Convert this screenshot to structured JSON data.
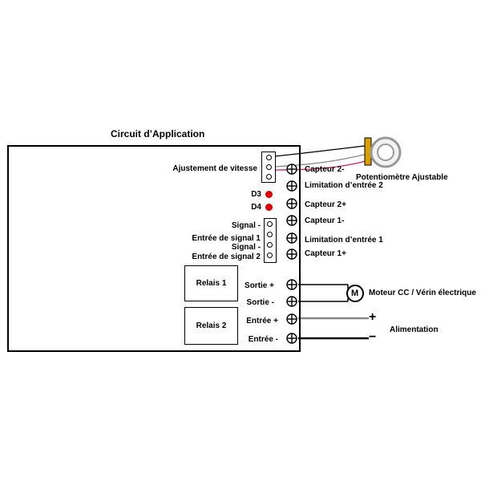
{
  "title": "Circuit d’Application",
  "left_labels": {
    "ajustement": "Ajustement de vitesse",
    "d3": "D3",
    "d4": "D4",
    "signal_minus_1": "Signal -",
    "entree_signal_1": "Entrée de signal 1",
    "signal_minus_2": "Signal -",
    "entree_signal_2": "Entrée de signal 2",
    "sortie_plus": "Sortie +",
    "sortie_minus": "Sortie -",
    "entree_plus": "Entrée +",
    "entree_minus": "Entrée -"
  },
  "right_labels": {
    "capteur_2_minus": "Capteur 2-",
    "limitation_2": "Limitation d’entrée 2",
    "capteur_2_plus": "Capteur 2+",
    "capteur_1_minus": "Capteur 1-",
    "limitation_1": "Limitation d’entrée 1",
    "capteur_1_plus": "Capteur 1+"
  },
  "relays": {
    "relais_1": "Relais 1",
    "relais_2": "Relais 2"
  },
  "external": {
    "potentiometre": "Potentiomètre Ajustable",
    "motor_symbol": "M",
    "moteur": "Moteur CC / Vérin électrique",
    "plus_sign": "+",
    "minus_sign": "−",
    "alimentation": "Alimentation"
  },
  "colors": {
    "led": "#e00000",
    "wire_pink": "#d0206a",
    "wire_grey": "#888888",
    "pot_body": "#d8a000"
  }
}
